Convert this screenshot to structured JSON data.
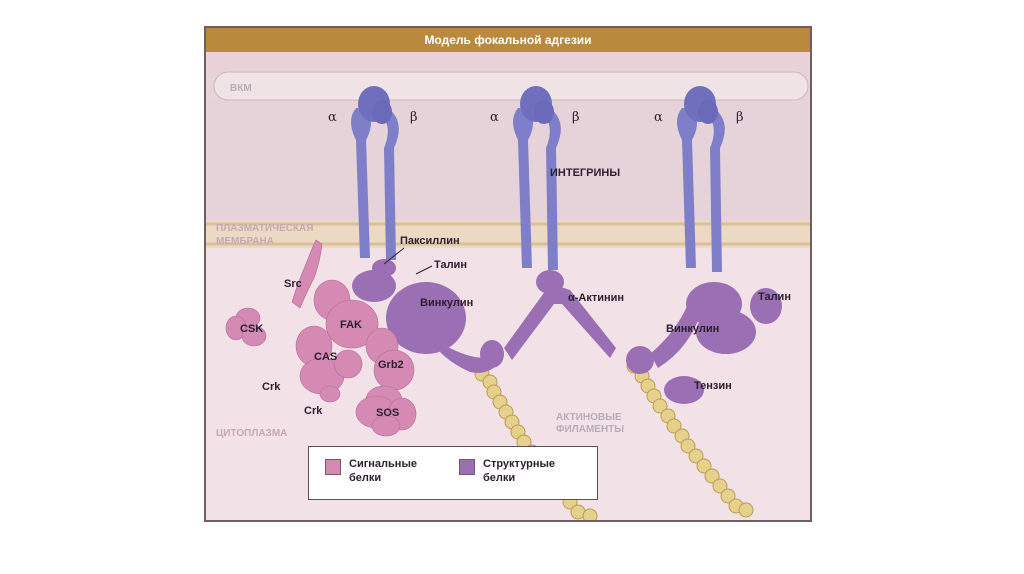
{
  "title": "Модель фокальной адгезии",
  "regions": {
    "ecm": "ВКМ",
    "membrane_line1": "ПЛАЗМАТИЧЕСКАЯ",
    "membrane_line2": "МЕМБРАНА",
    "cytoplasm": "ЦИТОПЛАЗМА"
  },
  "integrins": {
    "label": "ИНТЕГРИНЫ",
    "alpha": "α",
    "beta": "β"
  },
  "proteins": {
    "paxillin": "Паксиллин",
    "talin": "Талин",
    "vinculin": "Винкулин",
    "alpha_actinin": "α-Актинин",
    "talin_right": "Талин",
    "vinculin_right": "Винкулин",
    "tensin": "Тензин",
    "src": "Src",
    "csk": "CSK",
    "fak": "FAK",
    "cas": "CAS",
    "grb2": "Grb2",
    "crk1": "Crk",
    "crk2": "Crk",
    "sos": "SOS"
  },
  "actin": {
    "line1": "АКТИНОВЫЕ",
    "line2": "ФИЛАМЕНТЫ"
  },
  "legend": {
    "signaling": "Сигнальные белки",
    "structural": "Структурные белки"
  },
  "colors": {
    "signaling": "#d58ab4",
    "structural": "#9b6fb4",
    "integrin": "#7e7fc8",
    "actin": "#e5d08c",
    "title_bar": "#b98a3e"
  }
}
